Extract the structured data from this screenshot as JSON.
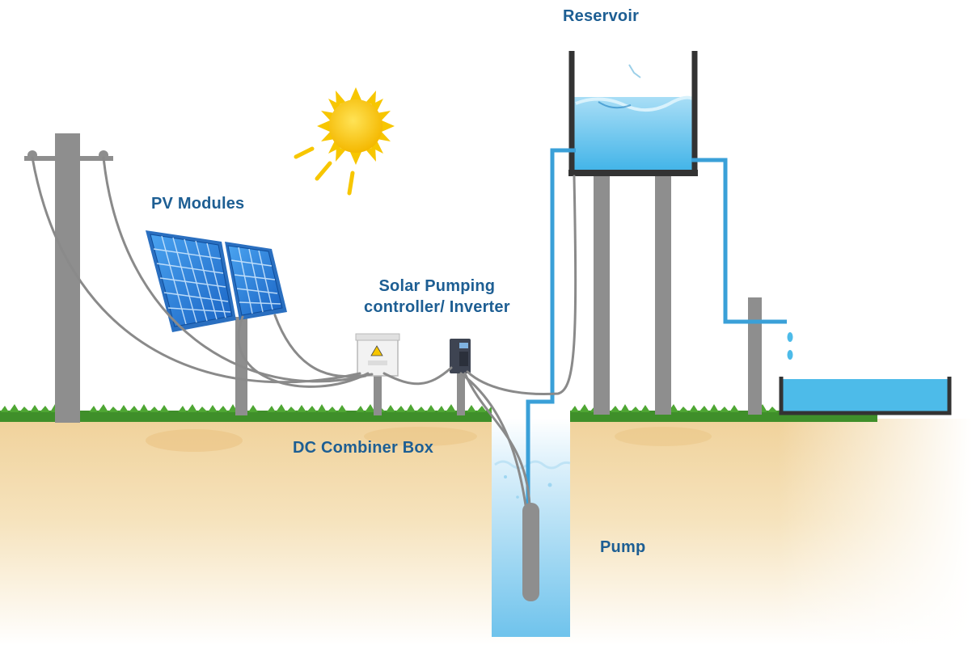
{
  "labels": {
    "reservoir": "Reservoir",
    "pv_modules": "PV Modules",
    "controller_line1": "Solar Pumping",
    "controller_line2": "controller/ Inverter",
    "combiner": "DC Combiner Box",
    "pump": "Pump"
  },
  "colors": {
    "label_text": "#1d5e93",
    "water_pipe": "#3aa0d8",
    "water": "#4dbbe9",
    "pole": "#8e8e8e",
    "cable": "#8a8a8a",
    "solar_panel": "#1e78d2",
    "sun": "#f7c600",
    "ground": "#f3d9a8",
    "grass": "#3f8f2a"
  }
}
